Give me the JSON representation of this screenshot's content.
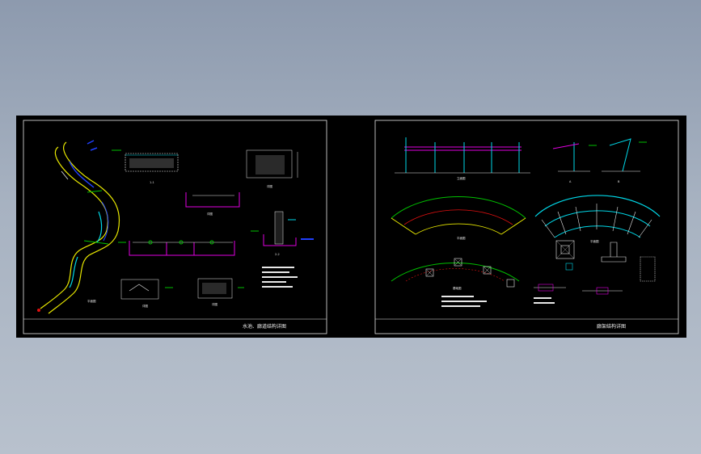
{
  "viewport": {
    "background_top": "#8d9aae",
    "background_bottom": "#b8c1cd",
    "model_space_color": "#000000"
  },
  "sheets": [
    {
      "id": "left",
      "title_block_text": "水池、廊道结构详图",
      "frame_color": "#ffffff"
    },
    {
      "id": "right",
      "title_block_text": "廊架结构详图",
      "frame_color": "#ffffff"
    }
  ],
  "colors": {
    "yellow": "#e8e800",
    "cyan": "#00d8e8",
    "green": "#00c000",
    "magenta": "#e000e0",
    "red": "#e01010",
    "blue": "#2040ff",
    "white": "#e8e8e8"
  }
}
